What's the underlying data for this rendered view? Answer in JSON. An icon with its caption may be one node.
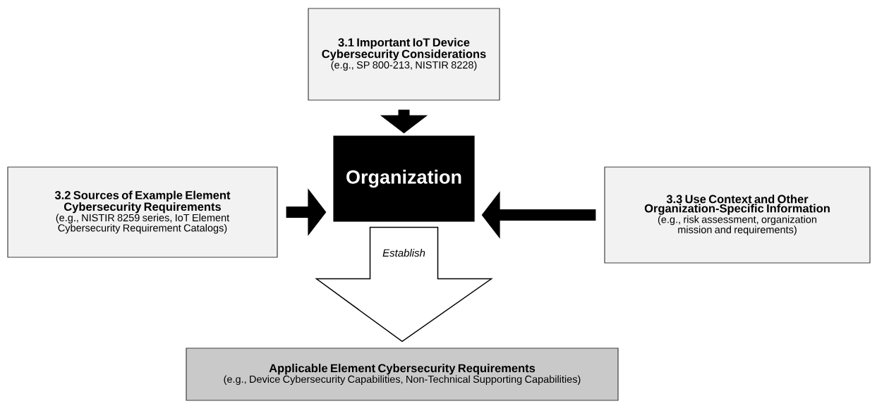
{
  "diagram": {
    "nodes": [
      {
        "text": [
          "3.1 Important IoT Device Cybersecurity Considerations",
          "(e.g., SP 800-213, NISTIR 8228)"
        ]
      },
      {
        "text": [
          "3.2 Sources of Example Element Cybersecurity Requirements",
          "(e.g., NISTIR 8259 series, IoT Element Cybersecurity Requirement Catalogs)"
        ]
      },
      {
        "text": [
          "Organization"
        ]
      },
      {
        "text": [
          "3.3 Use Context and Other Organization-Specific Information",
          "(e.g., risk assessment, organization mission and requirements)"
        ]
      },
      {
        "text": [
          "Applicable Element Cybersecurity Requirements",
          "(e.g., Device Cybersecurity Capabilities, Non-Technical Supporting Capabilities)"
        ]
      }
    ],
    "edges": [
      {
        "from": 0,
        "to": 2,
        "arrow": "to"
      },
      {
        "from": 1,
        "to": 2,
        "arrow": "to"
      },
      {
        "from": 3,
        "to": 2,
        "arrow": "to"
      },
      {
        "from": 2,
        "to": 4,
        "arrow": "to",
        "label": "Establish"
      }
    ]
  }
}
